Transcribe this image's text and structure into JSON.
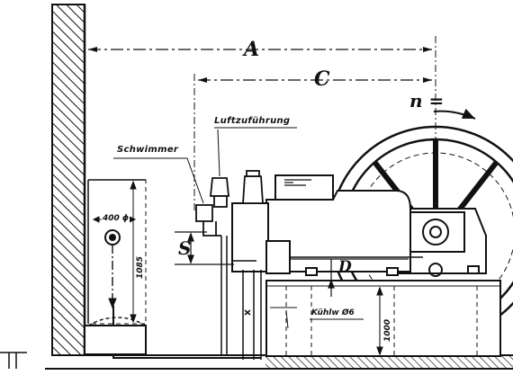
{
  "labels": {
    "dim_a": "A",
    "dim_c": "C",
    "dim_n": "n =",
    "dim_s": "S",
    "dim_d": "D",
    "air_intake": "Luftzuführung",
    "float": "Schwimmer",
    "cooling_water": "Kühlw Ø6",
    "width_400": "400 ϕ",
    "height_1085": "1085",
    "height_1000": "1000"
  }
}
